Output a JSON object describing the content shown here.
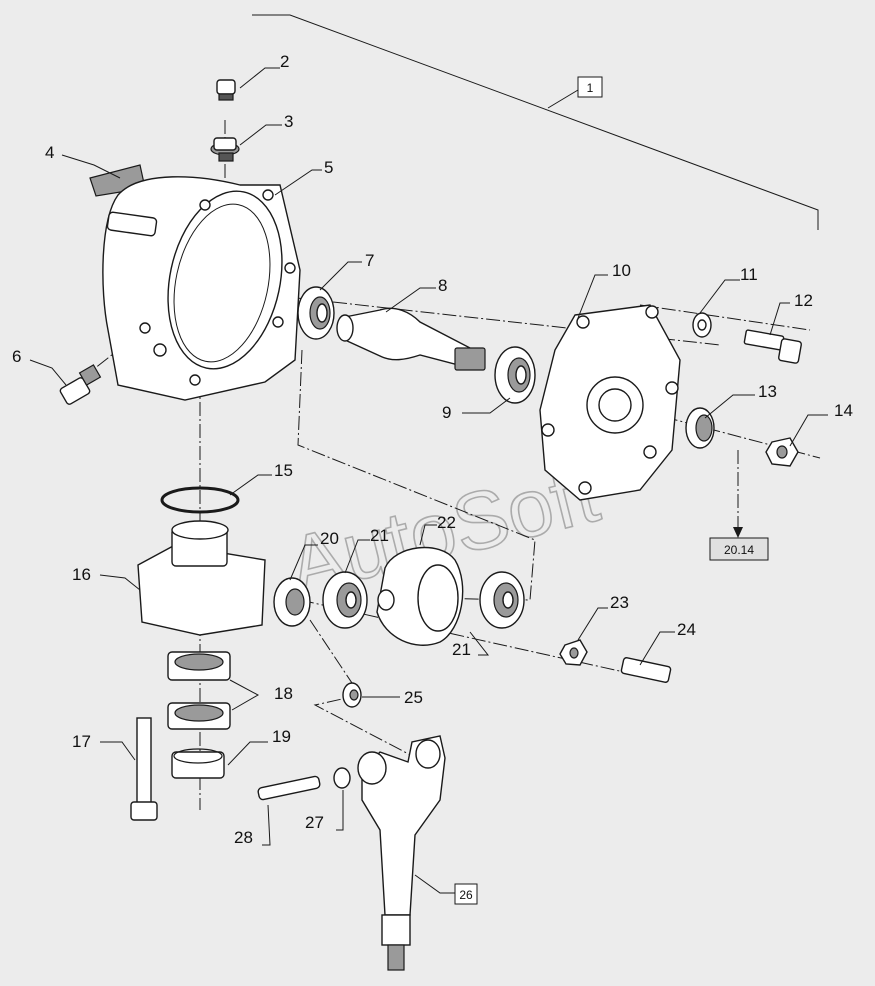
{
  "callouts": [
    "2",
    "3",
    "4",
    "5",
    "6",
    "7",
    "8",
    "9",
    "10",
    "11",
    "12",
    "13",
    "14",
    "15",
    "16",
    "17",
    "18",
    "19",
    "20",
    "21",
    "21",
    "22",
    "23",
    "24",
    "25",
    "26",
    "27",
    "28"
  ],
  "boxed_labels": {
    "assembly": "1",
    "ref_20_14": "20.14",
    "shaft": "26"
  },
  "watermark": "AutoSoft"
}
